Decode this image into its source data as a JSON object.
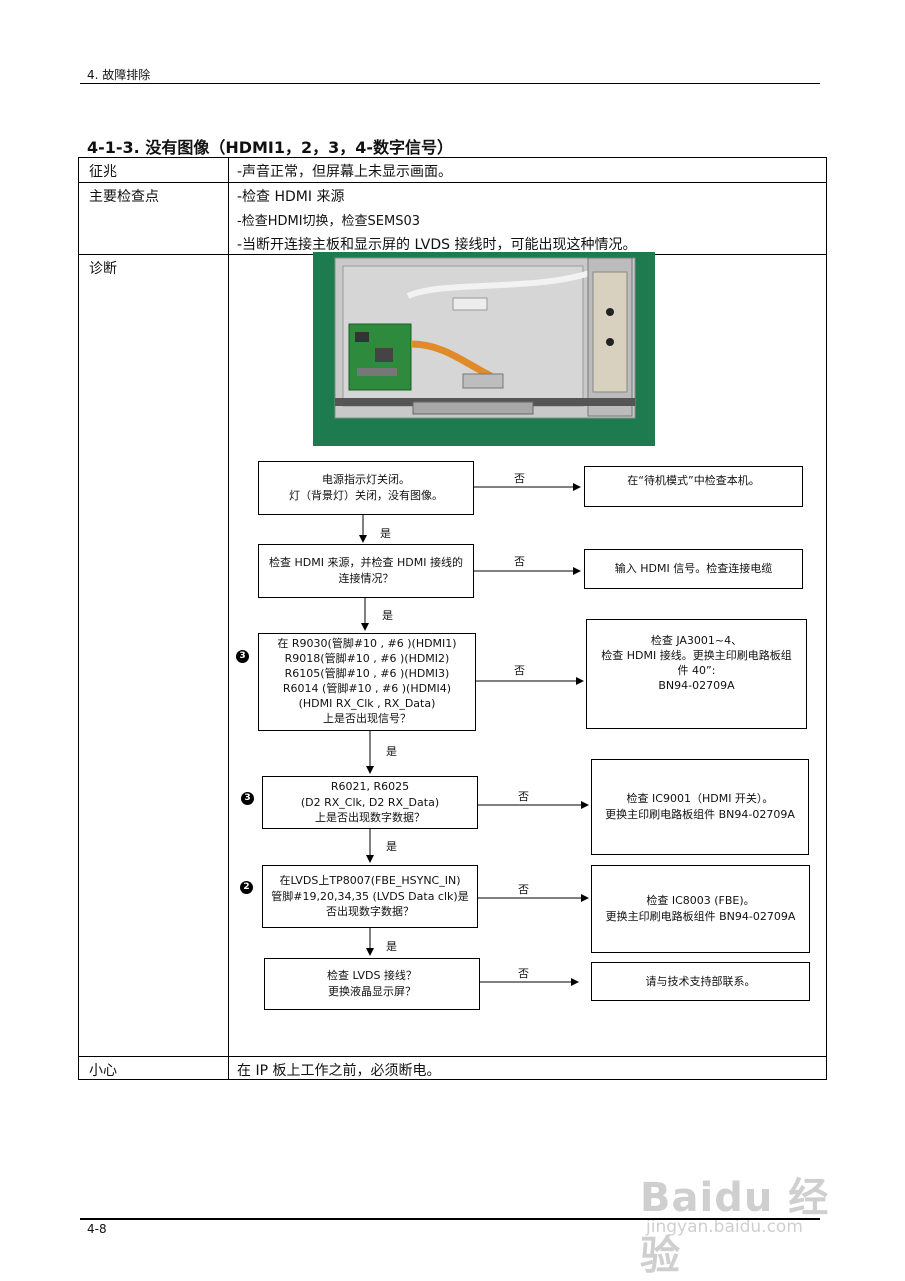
{
  "header": {
    "section": "4.  故障排除",
    "page_number": "4-8"
  },
  "title": "4-1-3. 没有图像（HDMI1，2，3，4-数字信号）",
  "table": {
    "symptom_label": "征兆",
    "symptom_text": "-声音正常，但屏幕上未显示画面。",
    "checkpoints_label": "主要检查点",
    "checkpoints": [
      "-检查 HDMI 来源",
      "-检查HDMI切换，检查SEMS03",
      "-当断开连接主板和显示屏的 LVDS 接线时，可能出现这种情况。"
    ],
    "diagnosis_label": "诊断",
    "caution_label": "小心",
    "caution_text": "在 IP 板上工作之前，必须断电。"
  },
  "flowchart": {
    "yes": "是",
    "no": "否",
    "steps": [
      {
        "text": "电源指示灯关闭。\n灯（背景灯）关闭，没有图像。",
        "marker": "",
        "action": "在“待机模式”中检查本机。"
      },
      {
        "text": "检查 HDMI 来源，并检查 HDMI 接线的\n连接情况？",
        "marker": "",
        "action": "输入 HDMI 信号。检查连接电缆"
      },
      {
        "text": "在  R9030(管脚#10 , #6 )(HDMI1)\nR9018(管脚#10 , #6 )(HDMI2)\nR6105(管脚#10 , #6 )(HDMI3)\nR6014 (管脚#10 , #6 )(HDMI4)\n(HDMI RX_Clk , RX_Data)\n上是否出现信号？",
        "marker": "3",
        "action": "检查 JA3001~4、\n检查 HDMI 接线。更换主印刷电路板组\n件 40”:\nBN94-02709A"
      },
      {
        "text": "R6021, R6025\n(D2 RX_Clk, D2 RX_Data)\n上是否出现数字数据？",
        "marker": "3",
        "action": "检查 IC9001（HDMI 开关）。\n更换主印刷电路板组件 BN94-02709A"
      },
      {
        "text": "在LVDS上TP8007(FBE_HSYNC_IN)\n管脚#19,20,34,35 (LVDS Data clk)是\n否出现数字数据？",
        "marker": "2",
        "action": "检查 IC8003 (FBE)。\n更换主印刷电路板组件 BN94-02709A"
      },
      {
        "text": "检查 LVDS 接线？\n更换液晶显示屏？",
        "marker": "",
        "action": "请与技术支持部联系。"
      }
    ]
  },
  "watermark": {
    "brand": "Baidu 经验",
    "url": "jingyan.baidu.com"
  },
  "colors": {
    "board_green": "#1e7a4f",
    "panel_gray": "#c9c9c9",
    "pcb_green": "#2e8b3e",
    "flex_orange": "#e08a2a"
  }
}
